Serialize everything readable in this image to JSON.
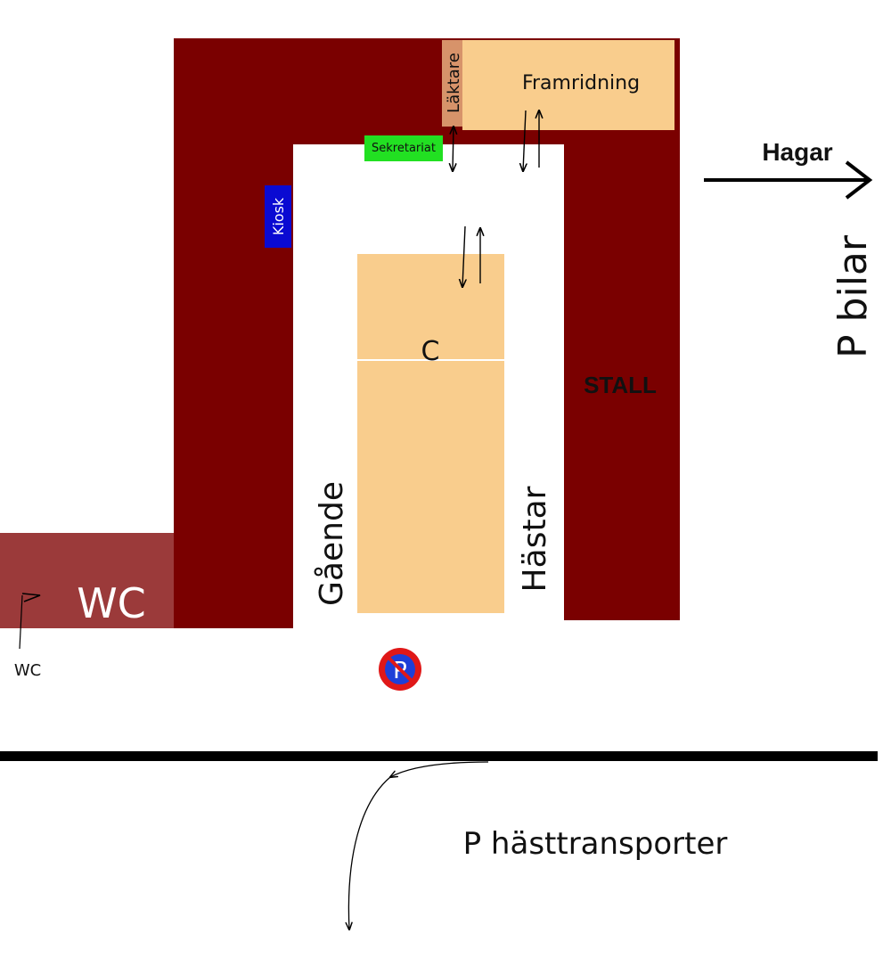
{
  "labels": {
    "framridning": "Framridning",
    "laktare": "Läktare",
    "sekretariat": "Sekretariat",
    "kiosk": "Kiosk",
    "hagar": "Hagar",
    "p_bilar": "P bilar",
    "arena": "C",
    "stall": "STALL",
    "gaende": "Gående",
    "hastar": "Hästar",
    "wc_building": "WC",
    "wc_sign": "WC",
    "no_parking": "P",
    "p_hasttransporter": "P hästtransporter"
  },
  "colors": {
    "building": "#7a0000",
    "wc_area": "#9b3a3a",
    "sand": "#f9cd8d",
    "laktare": "#d7936a",
    "sekretariat": "#22e022",
    "kiosk": "#0a0ad2",
    "no_parking_ring": "#e01818",
    "no_parking_fill": "#1e3fd8",
    "ink": "#000000"
  },
  "icons": [
    "arrow-right-icon",
    "no-parking-icon",
    "flag-icon",
    "double-arrow-icon",
    "curved-arrow-icon"
  ]
}
